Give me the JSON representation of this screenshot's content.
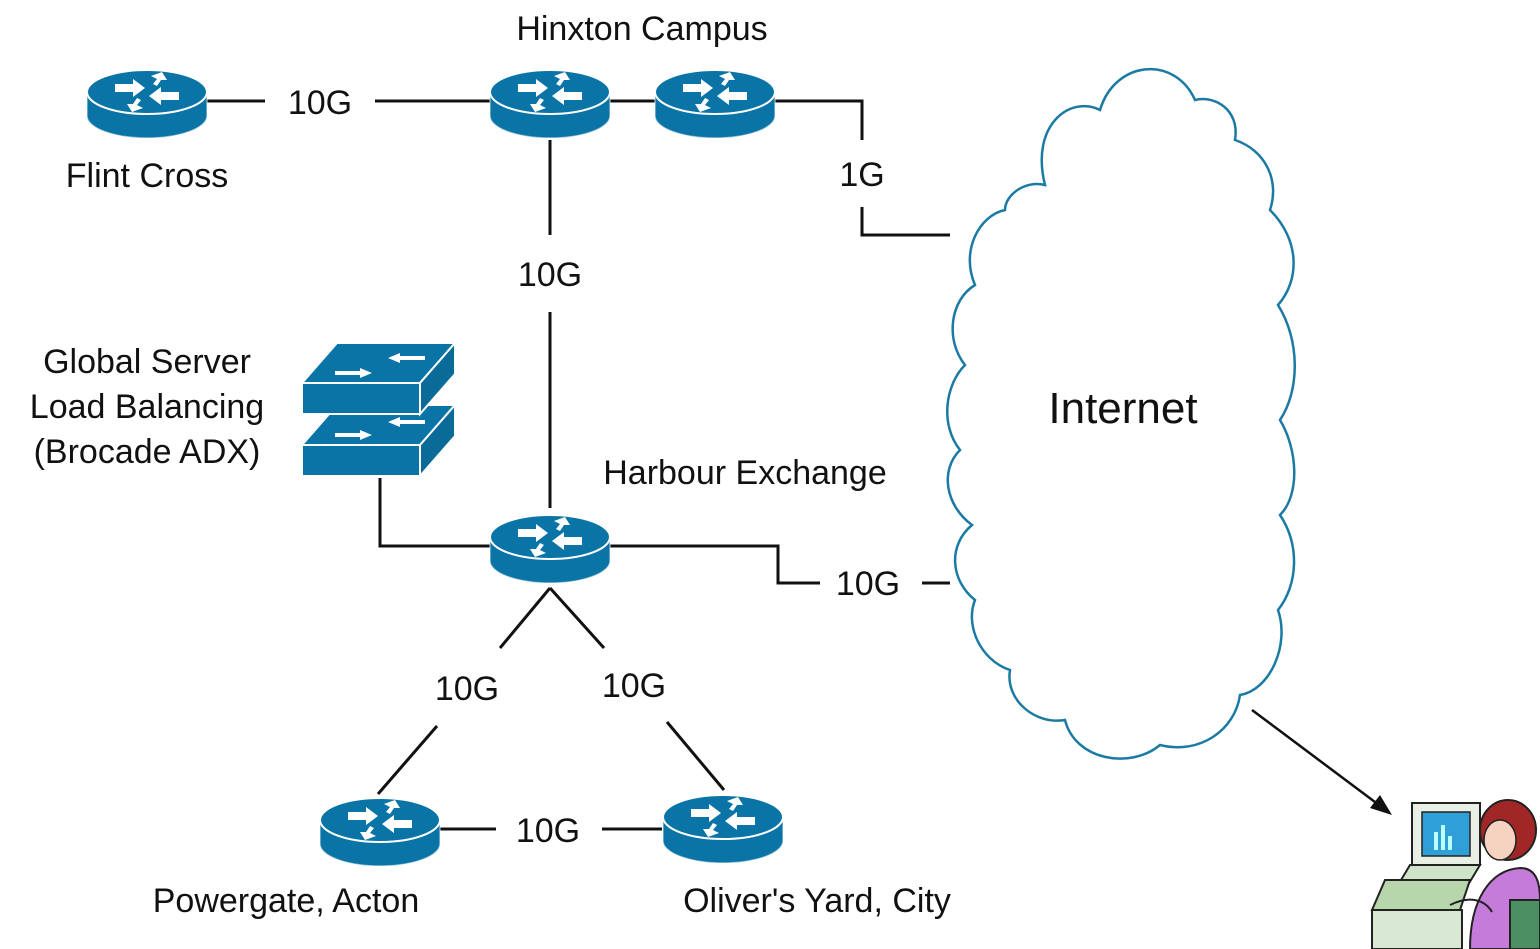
{
  "nodes": {
    "hinxton": "Hinxton Campus",
    "flint_cross": "Flint Cross",
    "gslb_line1": "Global Server",
    "gslb_line2": "Load Balancing",
    "gslb_line3": "(Brocade ADX)",
    "harbour_exchange": "Harbour Exchange",
    "powergate": "Powergate, Acton",
    "olivers_yard": "Oliver's Yard, City",
    "internet": "Internet"
  },
  "links": {
    "flint_hinxton": "10G",
    "hinxton_internet": "1G",
    "hinxton_harbour": "10G",
    "harbour_internet": "10G",
    "harbour_powergate": "10G",
    "harbour_olivers": "10G",
    "powergate_olivers": "10G"
  },
  "colors": {
    "device_fill": "#0b74a6",
    "device_edge": "#ffffff",
    "cloud_stroke": "#1a7aa3",
    "person_shirt": "#c57bd9",
    "person_hair": "#a12626"
  }
}
